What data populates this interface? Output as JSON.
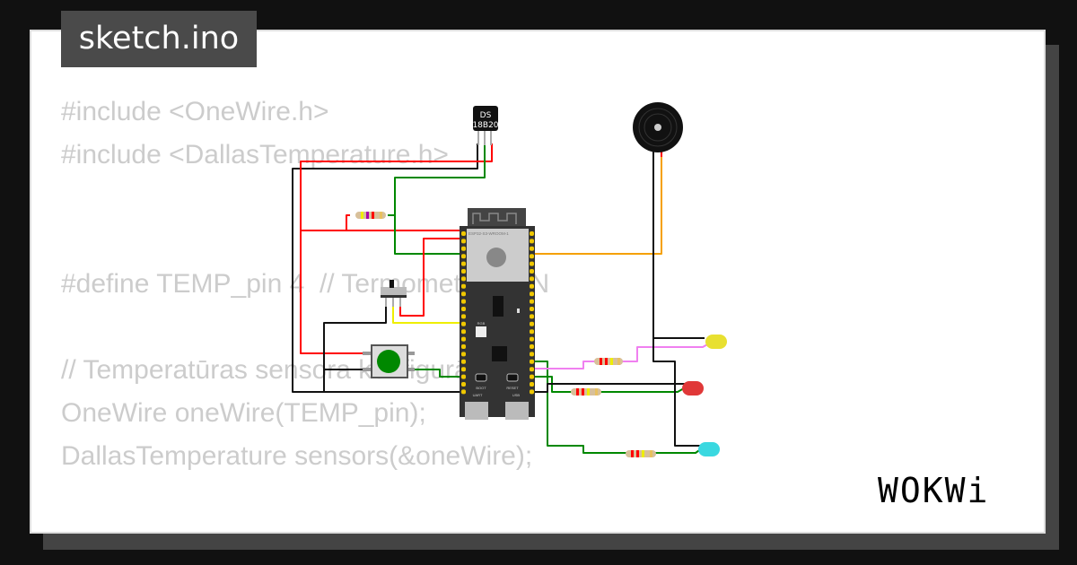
{
  "title": "sketch.ino",
  "code_lines": [
    "#include <OneWire.h>",
    "#include <DallasTemperature.h>",
    "",
    "",
    "#define TEMP_pin 4  // Termometrija PIN",
    "",
    "// Temperatūras sensora konfigurācija",
    "OneWire oneWire(TEMP_pin);",
    "DallasTemperature sensors(&oneWire);"
  ],
  "components": {
    "sensor_label_1": "DS",
    "sensor_label_2": "18B20",
    "module_label": "ESP32-S3-WROOM-1",
    "boot_label": "BOOT",
    "reset_label": "RESET",
    "rgb_label": "RGB",
    "uart_label": "UART",
    "usb_label": "USB"
  },
  "led_colors": {
    "yellow": "#e8e030",
    "red": "#e03838",
    "cyan": "#3ad8e0"
  },
  "logo": "WOKWi"
}
